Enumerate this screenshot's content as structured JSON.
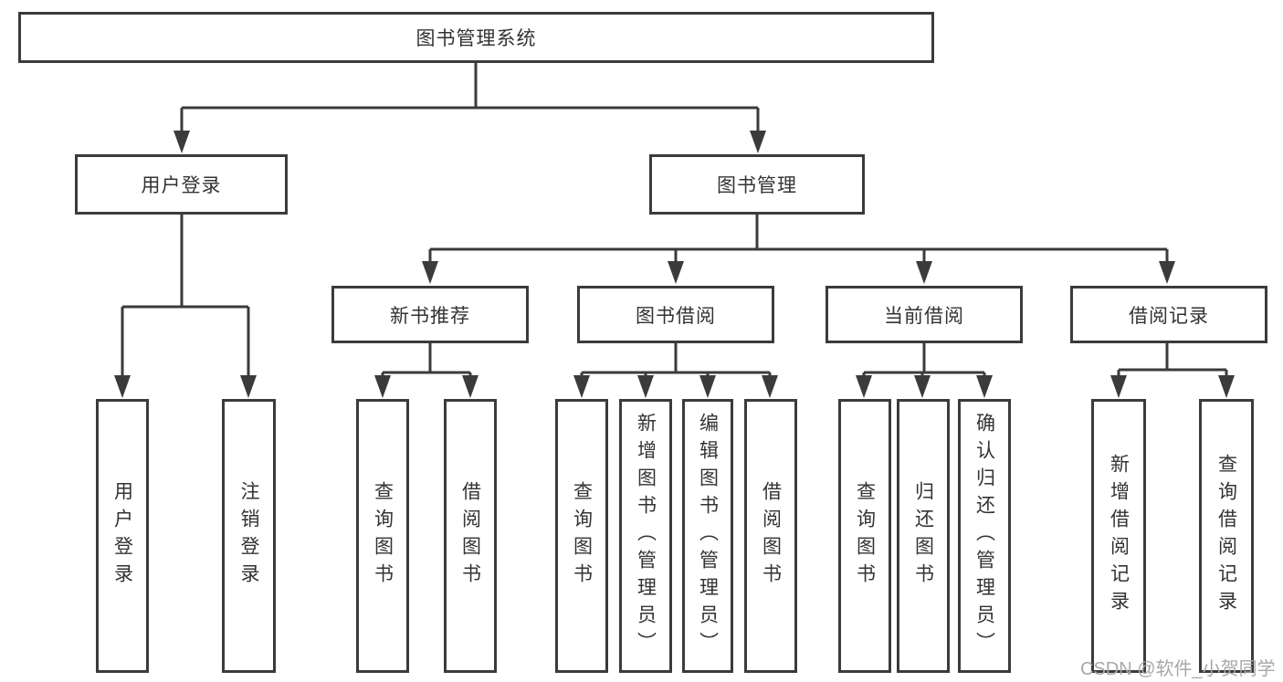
{
  "nodes": {
    "root": "图书管理系统",
    "login": {
      "label": "用户登录",
      "children": [
        "用户登录",
        "注销登录"
      ]
    },
    "mgmt": {
      "label": "图书管理",
      "groups": [
        {
          "label": "新书推荐",
          "children": [
            "查询图书",
            "借阅图书"
          ]
        },
        {
          "label": "图书借阅",
          "children": [
            "查询图书",
            "新增图书（管理员）",
            "编辑图书（管理员）",
            "借阅图书"
          ]
        },
        {
          "label": "当前借阅",
          "children": [
            "查询图书",
            "归还图书",
            "确认归还（管理员）"
          ]
        },
        {
          "label": "借阅记录",
          "children": [
            "新增借阅记录",
            "查询借阅记录"
          ]
        }
      ]
    }
  },
  "watermark": "CSDN @软件_小贺同学",
  "colors": {
    "line": "#3b3b3b",
    "text": "#333333",
    "watermark": "#a8a8a8"
  }
}
